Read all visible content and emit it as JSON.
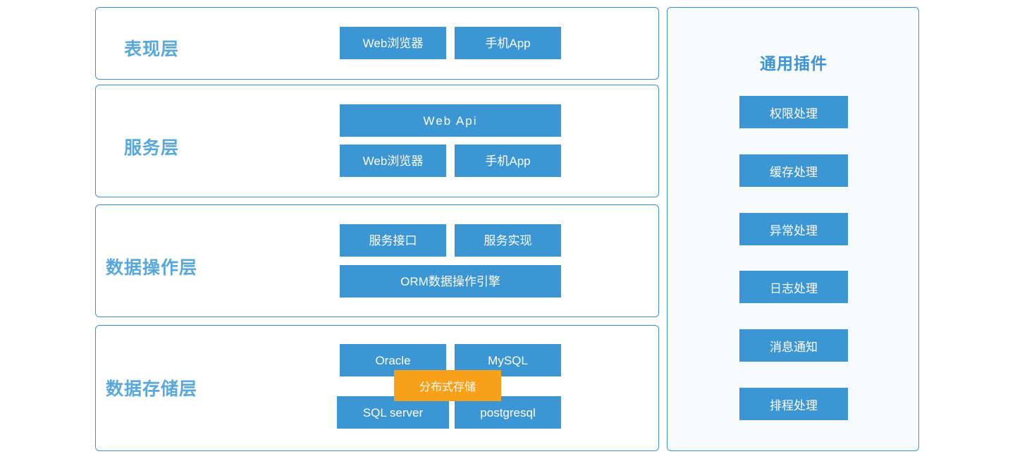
{
  "theme": {
    "box_blue": "#3c96d4",
    "accent_orange": "#f9a01b",
    "panel_border": "#3d93d4",
    "label_blue": "#58a7dd",
    "sidebar_bg": "#f7fbfe",
    "page_bg": "#ffffff",
    "box_text": "#ffffff"
  },
  "layers": [
    {
      "label": "表现层",
      "rows": [
        {
          "boxes": [
            {
              "text": "Web浏览器"
            },
            {
              "text": "手机App"
            }
          ]
        }
      ]
    },
    {
      "label": "服务层",
      "rows": [
        {
          "boxes": [
            {
              "text": "Web Api"
            }
          ]
        },
        {
          "boxes": [
            {
              "text": "Web浏览器"
            },
            {
              "text": "手机App"
            }
          ]
        }
      ]
    },
    {
      "label": "数据操作层",
      "rows": [
        {
          "boxes": [
            {
              "text": "服务接口"
            },
            {
              "text": "服务实现"
            }
          ]
        },
        {
          "boxes": [
            {
              "text": "ORM数据操作引擎"
            }
          ]
        }
      ]
    },
    {
      "label": "数据存储层",
      "rows": [
        {
          "boxes": [
            {
              "text": "Oracle"
            },
            {
              "text": "MySQL"
            }
          ]
        },
        {
          "boxes": [
            {
              "text": "SQL server"
            },
            {
              "text": "postgresql"
            }
          ]
        }
      ],
      "overlay": {
        "text": "分布式存储"
      }
    }
  ],
  "sidebar": {
    "title": "通用插件",
    "items": [
      {
        "label": "权限处理"
      },
      {
        "label": "缓存处理"
      },
      {
        "label": "异常处理"
      },
      {
        "label": "日志处理"
      },
      {
        "label": "消息通知"
      },
      {
        "label": "排程处理"
      }
    ]
  }
}
